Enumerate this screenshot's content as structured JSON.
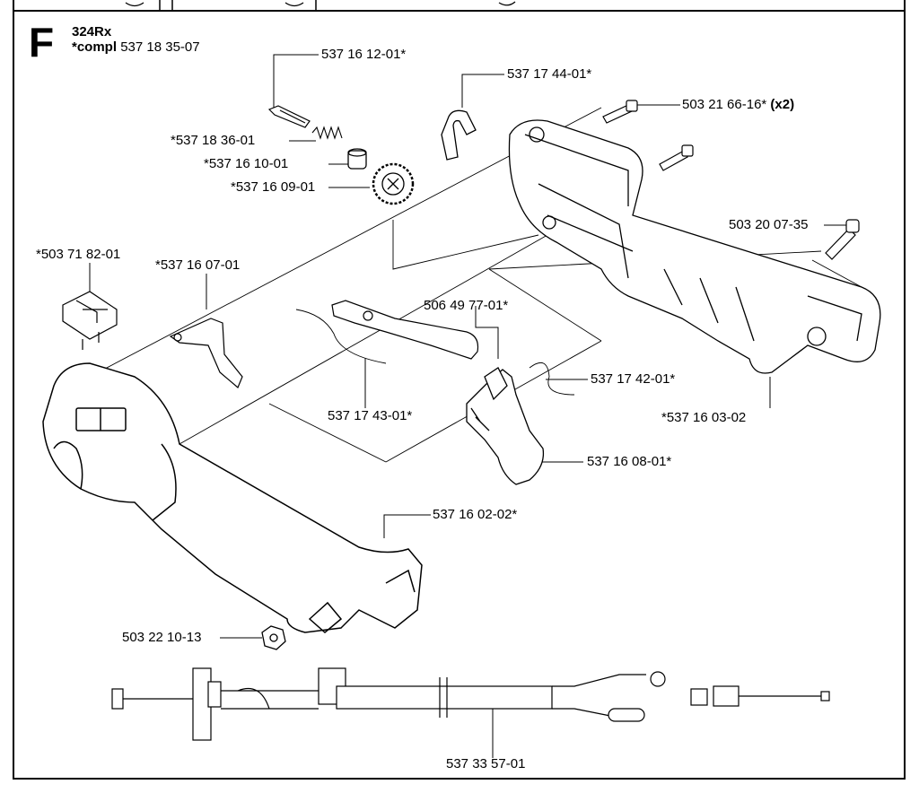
{
  "header": {
    "section_letter": "F",
    "model": "324Rx",
    "compl_prefix": "*compl",
    "compl_number": "537 18 35-07"
  },
  "parts": {
    "screw_top": "537 16 12-01*",
    "spring": "*537 18 36-01",
    "bushing": "*537 16 10-01",
    "gear_wheel": "*537 16 09-01",
    "clip": "537 17 44-01*",
    "screw_x2": "503 21 66-16*",
    "screw_x2_qty": "(x2)",
    "screw_right": "503 20 07-35",
    "switch": "*503 71 82-01",
    "throttle_lock": "*537 16 07-01",
    "lever_kit": "506 49 77-01*",
    "spring_left": "537 17 43-01*",
    "spring_right": "537 17 42-01*",
    "handle_half_right": "*537 16 03-02",
    "throttle_trigger": "537 16 08-01*",
    "handle_half_left": "537 16 02-02*",
    "nut": "503 22 10-13",
    "throttle_cable": "537 33 57-01"
  }
}
